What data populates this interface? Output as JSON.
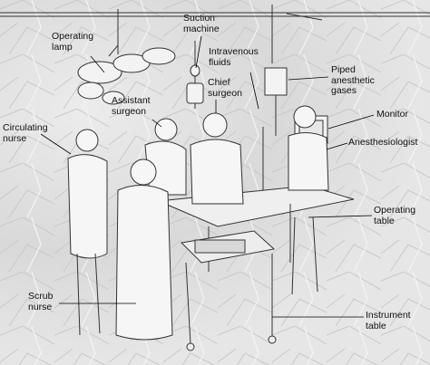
{
  "labels": {
    "operating_lamp": "Operating\nlamp",
    "suction_machine": "Suction\nmachine",
    "intravenous_fluids": "Intravenous\nfluids",
    "chief_surgeon": "Chief\nsurgeon",
    "assistant_surgeon": "Assistant\nsurgeon",
    "piped_anesthetic_gases": "Piped\nanesthetic\ngases",
    "monitor": "Monitor",
    "anesthesiologist": "Anesthesiologist",
    "circulating_nurse": "Circulating\nnurse",
    "operating_table": "Operating\ntable",
    "scrub_nurse": "Scrub\nnurse",
    "instrument_table": "Instrument\ntable"
  }
}
